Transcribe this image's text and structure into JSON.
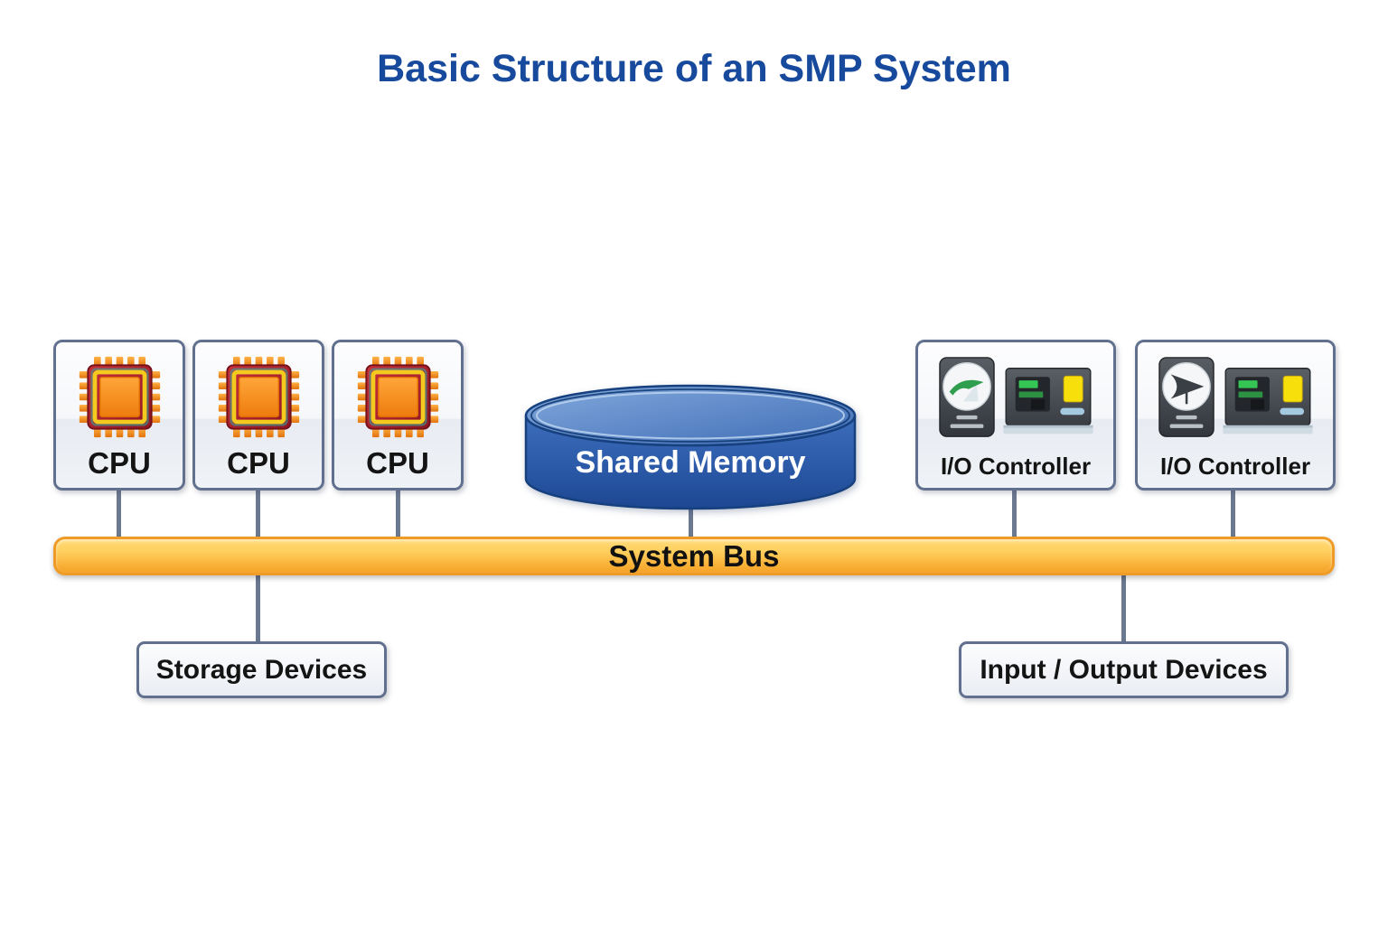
{
  "title": "Basic Structure of an SMP System",
  "nodes": {
    "cpus": [
      {
        "label": "CPU"
      },
      {
        "label": "CPU"
      },
      {
        "label": "CPU"
      }
    ],
    "shared_memory": {
      "label": "Shared Memory"
    },
    "io_controllers": [
      {
        "label": "I/O Controller"
      },
      {
        "label": "I/O Controller"
      }
    ],
    "storage_devices": {
      "label": "Storage Devices"
    },
    "io_devices": {
      "label": "Input / Output Devices"
    }
  },
  "bus": {
    "label": "System Bus"
  },
  "icons": {
    "cpu_chip": "cpu-chip-icon",
    "gauge_green_needle": "gauge-green-needle-icon",
    "gauge_clock_needle": "gauge-clock-needle-icon",
    "control_panel": "control-panel-icon",
    "database_cylinder": "database-cylinder-icon"
  },
  "colors": {
    "title_text": "#17499c",
    "bus_fill_top": "#ffd86f",
    "bus_fill_bottom": "#f5a32a",
    "bus_border": "#ee9b28",
    "cylinder_body": "#2b5aa7",
    "cylinder_border": "#16407e",
    "node_border": "#61708e",
    "connector": "#6a7890",
    "label_text": "#141414",
    "memory_label_text": "#ffffff"
  }
}
